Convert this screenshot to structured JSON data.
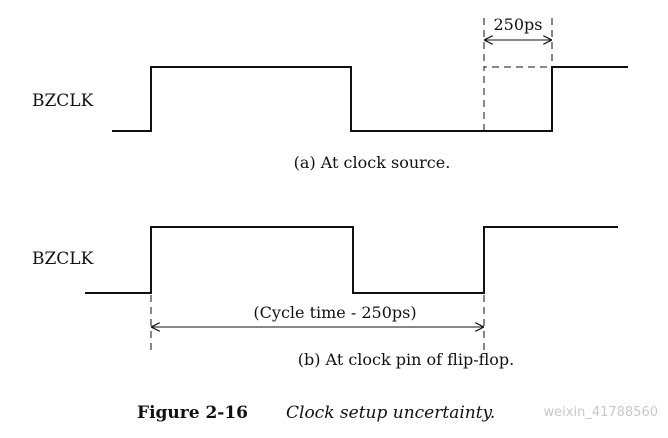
{
  "diagram_a": {
    "signal_label": "BZCLK",
    "measure_label": "250ps",
    "caption": "(a) At clock source."
  },
  "diagram_b": {
    "signal_label": "BZCLK",
    "measure_label": "(Cycle time - 250ps)",
    "caption": "(b) At clock pin of flip-flop."
  },
  "figure": {
    "number": "Figure 2-16",
    "title": "Clock setup uncertainty."
  },
  "watermark": "weixin_41788560"
}
